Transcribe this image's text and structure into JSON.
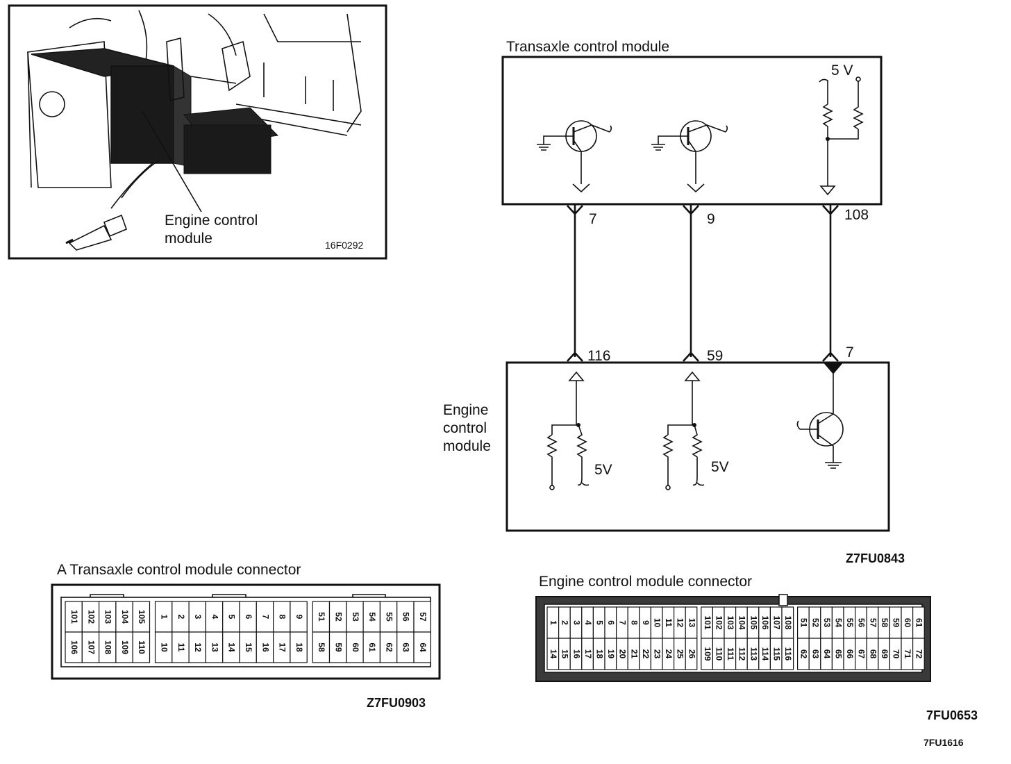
{
  "photo": {
    "label_line1": "Engine  control",
    "label_line2": "module",
    "code": "16F0292"
  },
  "circuit": {
    "tcm_title": "Transaxle control module",
    "tcm_voltage": "5 V",
    "ecm_label_lines": [
      "Engine",
      "control",
      "module"
    ],
    "ecm_voltage_1": "5V",
    "ecm_voltage_2": "5V",
    "tcm_pins": [
      "7",
      "9",
      "108"
    ],
    "ecm_pins": [
      "116",
      "59",
      "7"
    ],
    "code": "Z7FU0843"
  },
  "tcm_connector": {
    "title": "A Transaxle control module connector",
    "code": "Z7FU0903",
    "top_pins": [
      "101",
      "102",
      "103",
      "104",
      "105",
      "1",
      "2",
      "3",
      "4",
      "5",
      "6",
      "7",
      "8",
      "9",
      "51",
      "52",
      "53",
      "54",
      "55",
      "56",
      "57"
    ],
    "bottom_pins": [
      "106",
      "107",
      "108",
      "109",
      "110",
      "10",
      "11",
      "12",
      "13",
      "14",
      "15",
      "16",
      "17",
      "18",
      "58",
      "59",
      "60",
      "61",
      "62",
      "63",
      "64"
    ]
  },
  "ecm_connector": {
    "title": "Engine control module connector",
    "code": "7FU0653",
    "top_pins": [
      "1",
      "2",
      "3",
      "4",
      "5",
      "6",
      "7",
      "8",
      "9",
      "10",
      "11",
      "12",
      "13",
      "101",
      "102",
      "103",
      "104",
      "105",
      "106",
      "107",
      "108",
      "51",
      "52",
      "53",
      "54",
      "55",
      "56",
      "57",
      "58",
      "59",
      "60",
      "61"
    ],
    "bottom_pins": [
      "14",
      "15",
      "16",
      "17",
      "18",
      "19",
      "20",
      "21",
      "22",
      "23",
      "24",
      "25",
      "26",
      "109",
      "110",
      "111",
      "112",
      "113",
      "114",
      "115",
      "116",
      "62",
      "63",
      "64",
      "65",
      "66",
      "67",
      "68",
      "69",
      "70",
      "71",
      "72"
    ]
  },
  "footer_code": "7FU1616"
}
